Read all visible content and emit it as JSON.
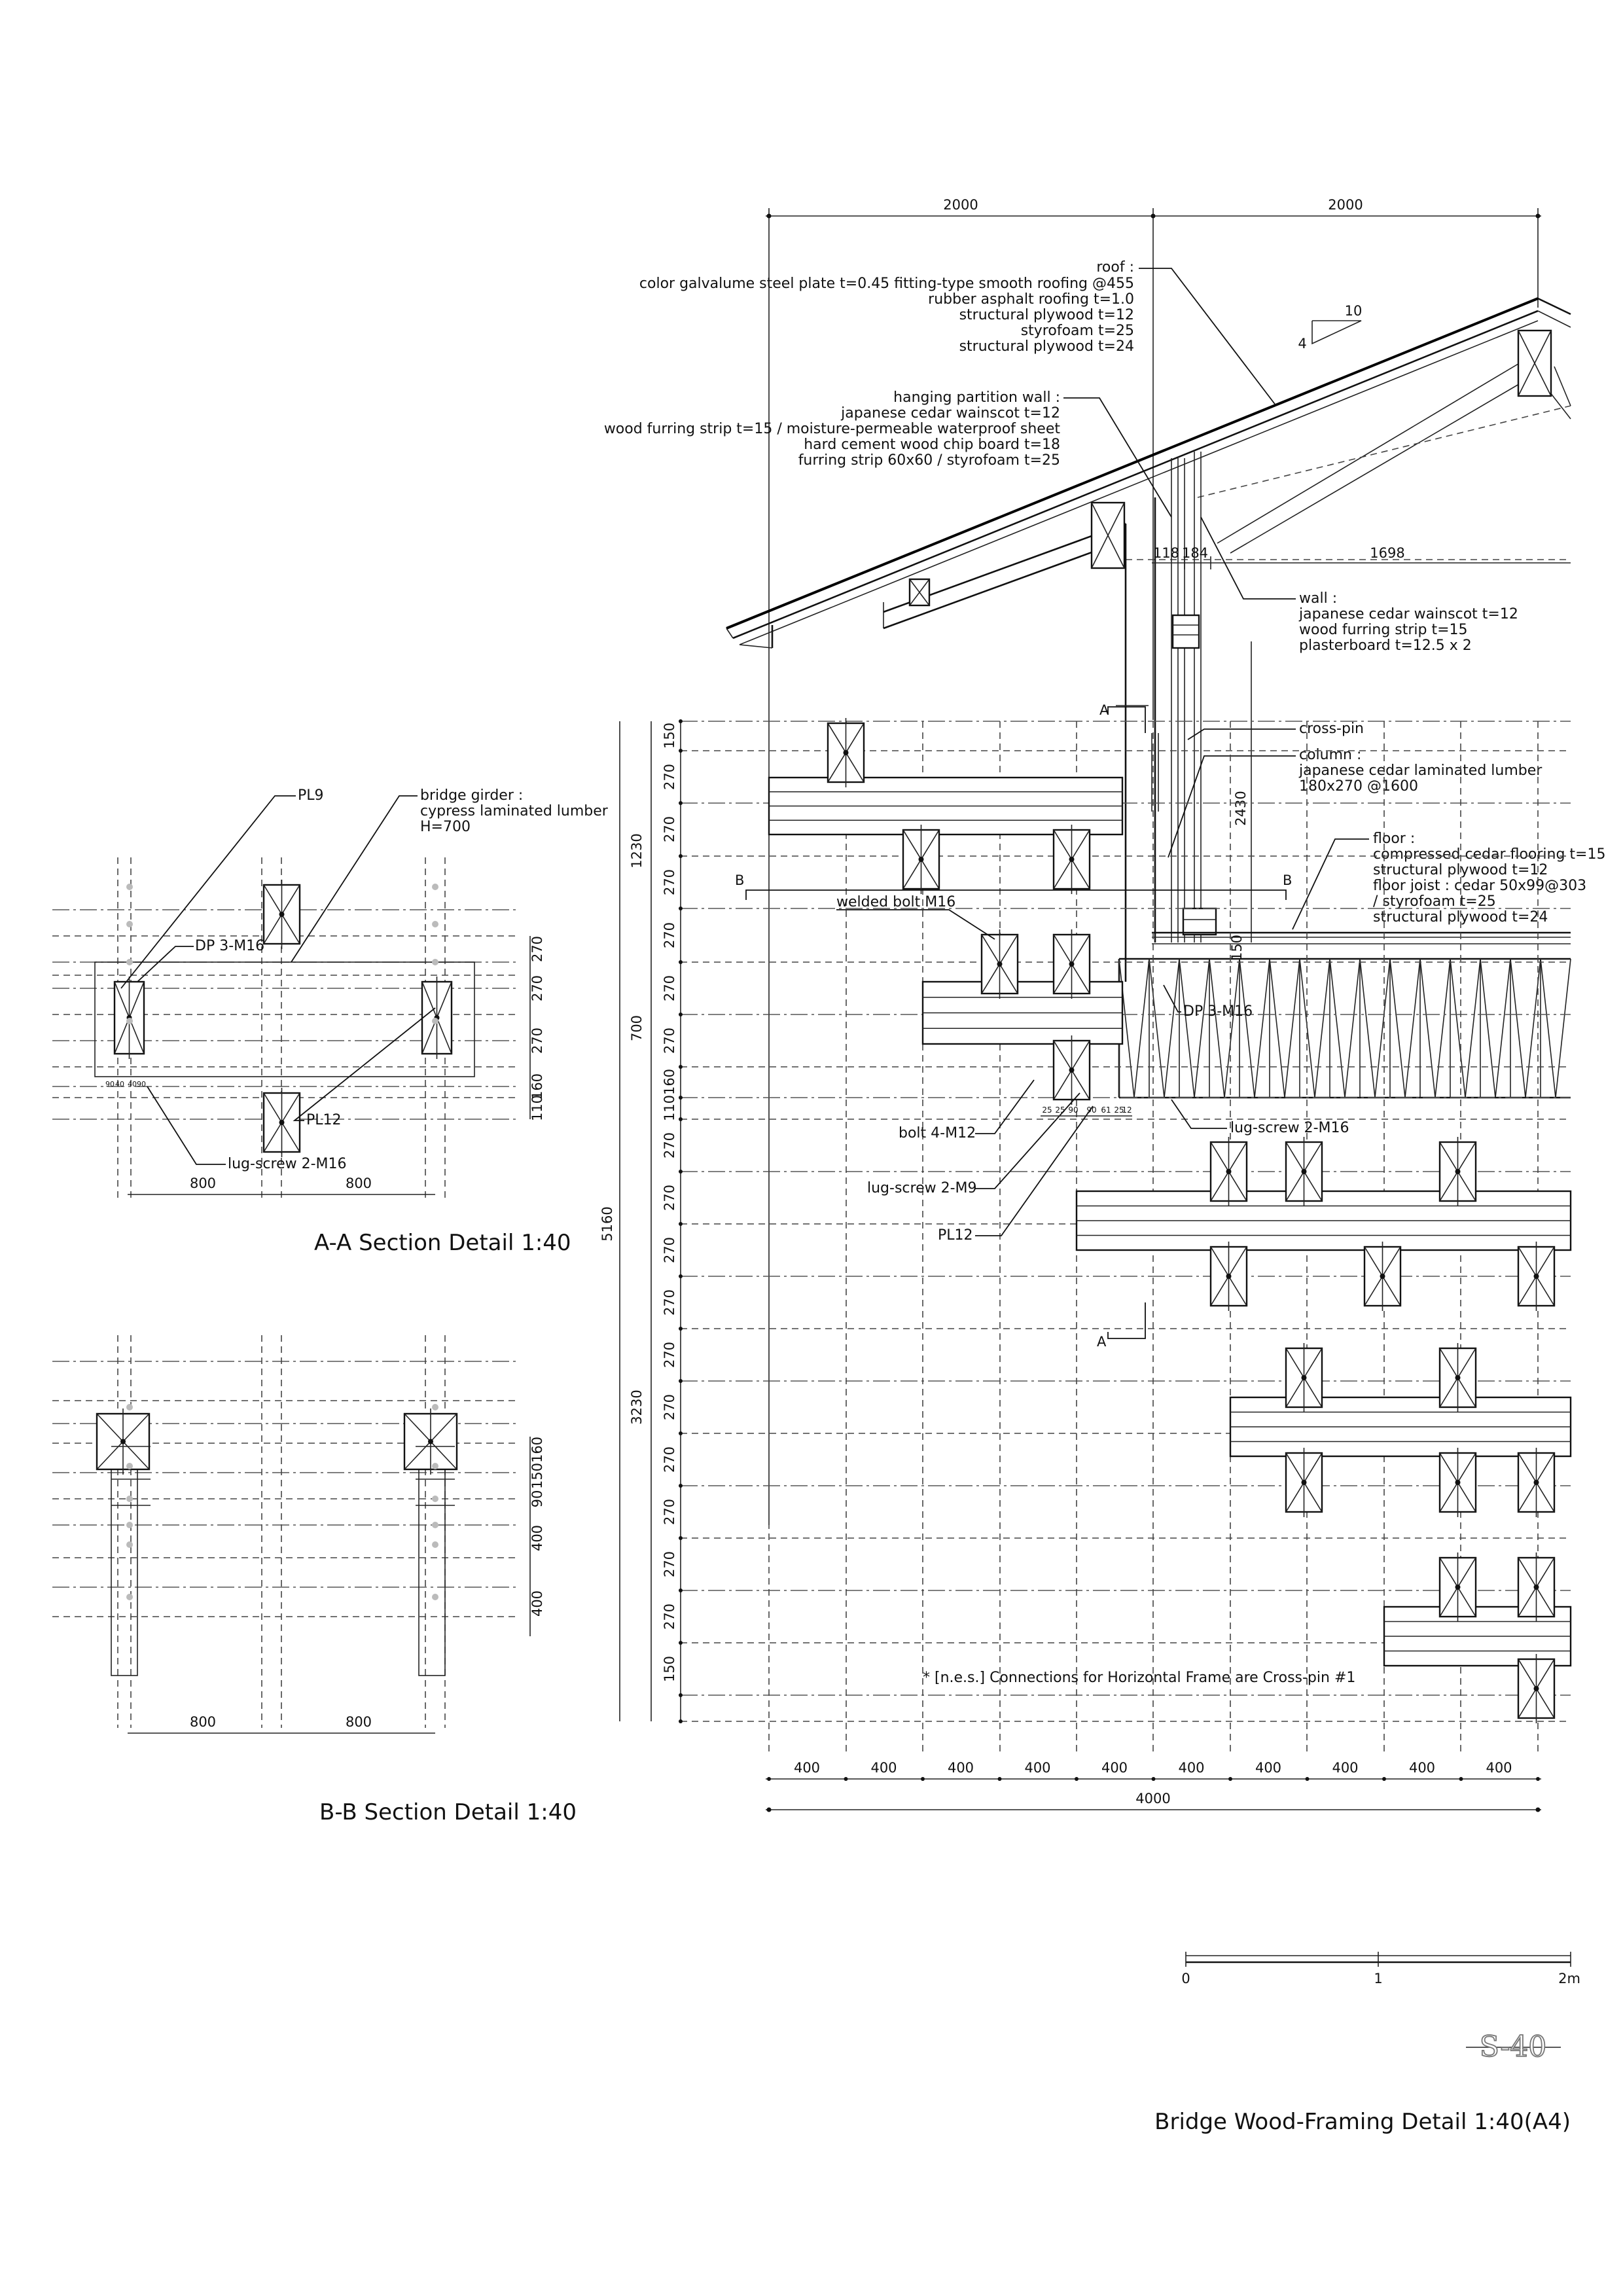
{
  "drawing": {
    "title": "Bridge Wood-Framing Detail 1:40(A4)",
    "sheet_no": "S-40",
    "note": "* [n.e.s.] Connections for Horizontal Frame are Cross-pin #1"
  },
  "top_dims": [
    "2000",
    "2000"
  ],
  "roof_notes": {
    "heading": "roof :",
    "l1": "color galvalume steel plate t=0.45 fitting-type smooth roofing @455",
    "l2": "rubber asphalt roofing t=1.0",
    "l3": "structural plywood t=12",
    "l4": "styrofoam t=25",
    "l5": "structural plywood t=24"
  },
  "slope": {
    "run": "10",
    "rise": "4"
  },
  "partition_notes": {
    "heading": "hanging partition wall :",
    "l1": "japanese cedar wainscot t=12",
    "l2": "wood furring strip t=15 / moisture-permeable waterproof sheet",
    "l3": "hard cement wood chip board t=18",
    "l4": "furring strip 60x60 / styrofoam t=25"
  },
  "eave_dims": {
    "a": "118",
    "b": "184",
    "c": "1698"
  },
  "wall_notes": {
    "heading": "wall :",
    "l1": "japanese cedar wainscot t=12",
    "l2": "wood furring strip t=15",
    "l3": "plasterboard t=12.5 x 2"
  },
  "crosspin": "cross-pin",
  "column_notes": {
    "heading": "column :",
    "l1": "japanese cedar laminated lumber",
    "l2": "180x270 @1600"
  },
  "col_height": "2430",
  "floor_notes": {
    "heading": "floor :",
    "l1": "compressed cedar flooring t=15",
    "l2": "structural plywood t=12",
    "l3": "floor joist : cedar 50x99@303",
    "l4": "/ styrofoam t=25",
    "l5": "structural plywood t=24"
  },
  "floor_dim": "150",
  "section_marks": {
    "a": "A",
    "b": "B"
  },
  "left_callouts": {
    "welded_bolt": "welded bolt M16",
    "dp": "DP 3-M16",
    "bolt": "bolt 4-M12",
    "lug_screw_m9": "lug-screw 2-M9",
    "pl12": "PL12",
    "lug_screw_m16": "lug-screw 2-M16"
  },
  "small_dims": [
    "25",
    "25",
    "90",
    "90",
    "61",
    "25",
    "12"
  ],
  "vertical_dims_outer": [
    "1230",
    "700",
    "5160",
    "3230"
  ],
  "vertical_dims_inner": [
    "150",
    "270",
    "270",
    "270",
    "270",
    "270",
    "270",
    "160",
    "110",
    "270",
    "270",
    "270",
    "270",
    "270",
    "270",
    "270",
    "270",
    "270",
    "270",
    "150"
  ],
  "bottom_dims": [
    "400",
    "400",
    "400",
    "400",
    "400",
    "400",
    "400",
    "400",
    "400",
    "400"
  ],
  "bottom_total": "4000",
  "aa_section": {
    "title": "A-A Section Detail 1:40",
    "pl9": "PL9",
    "girder_heading": "bridge girder :",
    "girder_l1": "cypress laminated lumber",
    "girder_l2": "H=700",
    "dp": "DP 3-M16",
    "pl12": "PL12",
    "lug": "lug-screw 2-M16",
    "dims_right": [
      "270",
      "270",
      "270",
      "160",
      "110"
    ],
    "dims_bottom": [
      "800",
      "800"
    ],
    "small_dims": [
      "90",
      "40",
      "40",
      "90"
    ]
  },
  "bb_section": {
    "title": "B-B Section Detail 1:40",
    "dims_right": [
      "160",
      "150",
      "90",
      "400",
      "400"
    ],
    "dims_bottom": [
      "800",
      "800"
    ]
  },
  "scale_bar": {
    "labels": [
      "0",
      "1",
      "2m"
    ]
  }
}
